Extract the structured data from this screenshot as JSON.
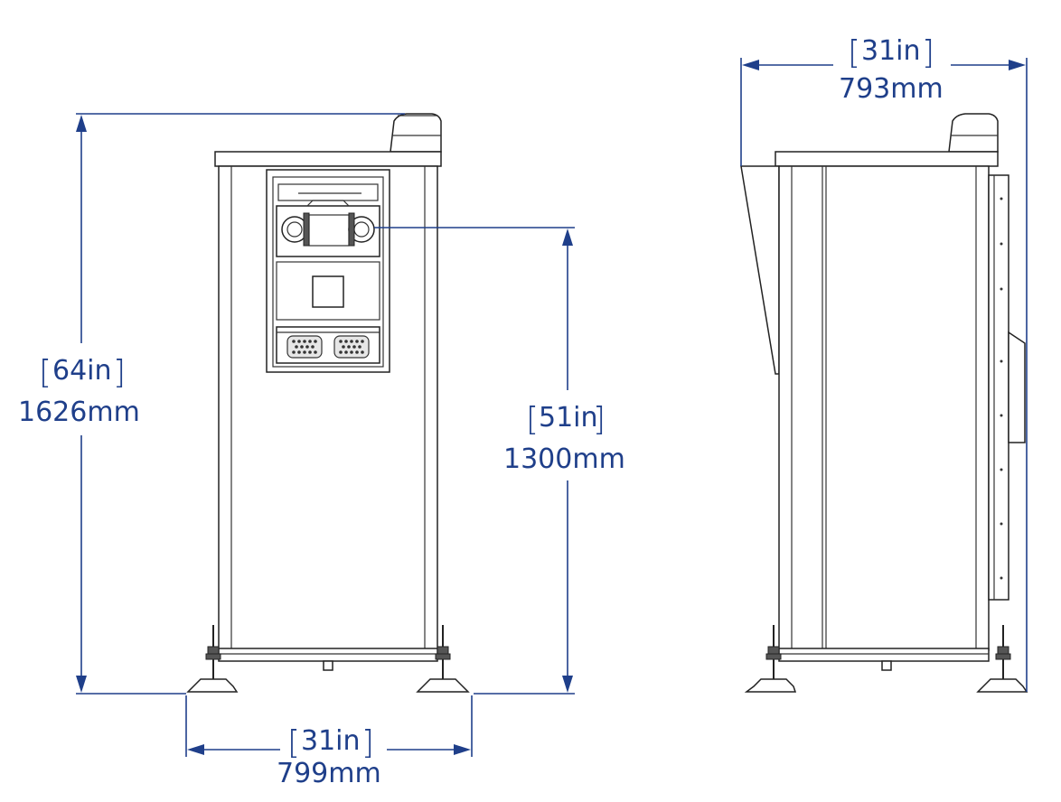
{
  "dimensions": {
    "height": {
      "imperial": "64in",
      "metric": "1626mm"
    },
    "height_to_display": {
      "imperial": "51in",
      "metric": "1300mm"
    },
    "width_front": {
      "imperial": "31in",
      "metric": "799mm"
    },
    "depth_side": {
      "imperial": "31in",
      "metric": "793mm"
    }
  },
  "colors": {
    "dimension": "#1f3f8a",
    "outline": "#222222"
  }
}
